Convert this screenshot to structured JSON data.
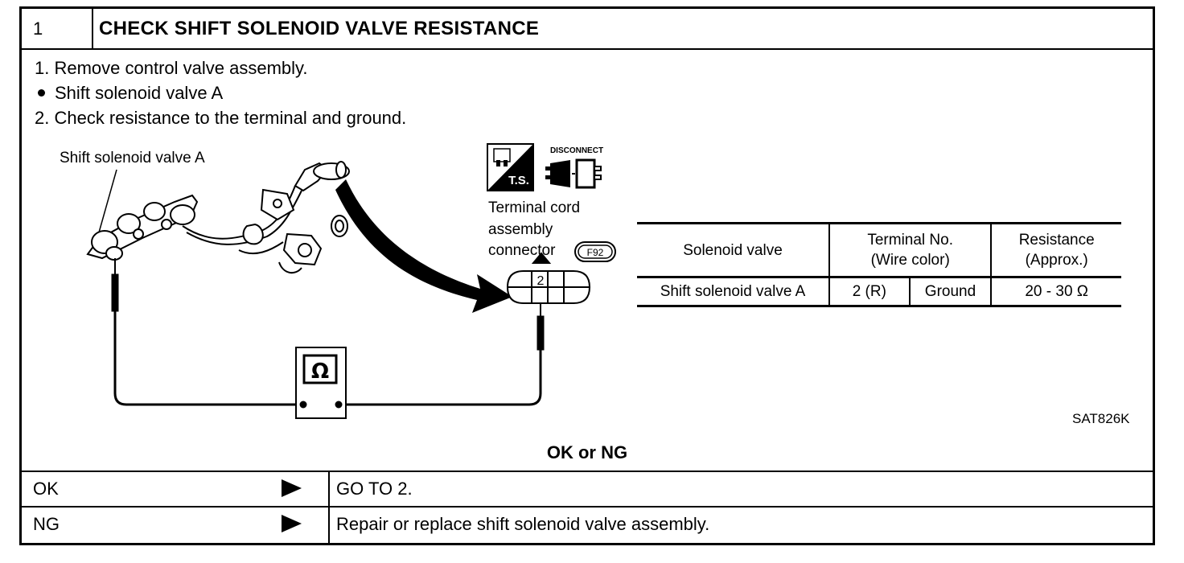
{
  "header": {
    "step_number": "1",
    "title": "CHECK SHIFT SOLENOID VALVE RESISTANCE"
  },
  "steps": [
    "1.  Remove control valve assembly.",
    "Shift solenoid valve A",
    "2.  Check resistance to the terminal and ground."
  ],
  "diagram": {
    "valve_label": "Shift solenoid valve A",
    "ts_label": "T.S.",
    "disconnect_label": "DISCONNECT",
    "connector_label_lines": [
      "Terminal cord",
      "assembly",
      "connector"
    ],
    "connector_code": "F92",
    "terminal_number": "2",
    "meter_symbol": "Ω",
    "figure_code": "SAT826K"
  },
  "spec_table": {
    "headers": {
      "solenoid": "Solenoid valve",
      "terminal_line1": "Terminal No.",
      "terminal_line2": "(Wire color)",
      "resistance_line1": "Resistance",
      "resistance_line2": "(Approx.)"
    },
    "row": {
      "solenoid": "Shift solenoid valve A",
      "terminal": "2 (R)",
      "ground": "Ground",
      "resistance": "20 - 30 Ω"
    }
  },
  "prompt": "OK or NG",
  "results": [
    {
      "key": "OK",
      "action": "GO TO 2."
    },
    {
      "key": "NG",
      "action": "Repair or replace shift solenoid valve assembly."
    }
  ]
}
